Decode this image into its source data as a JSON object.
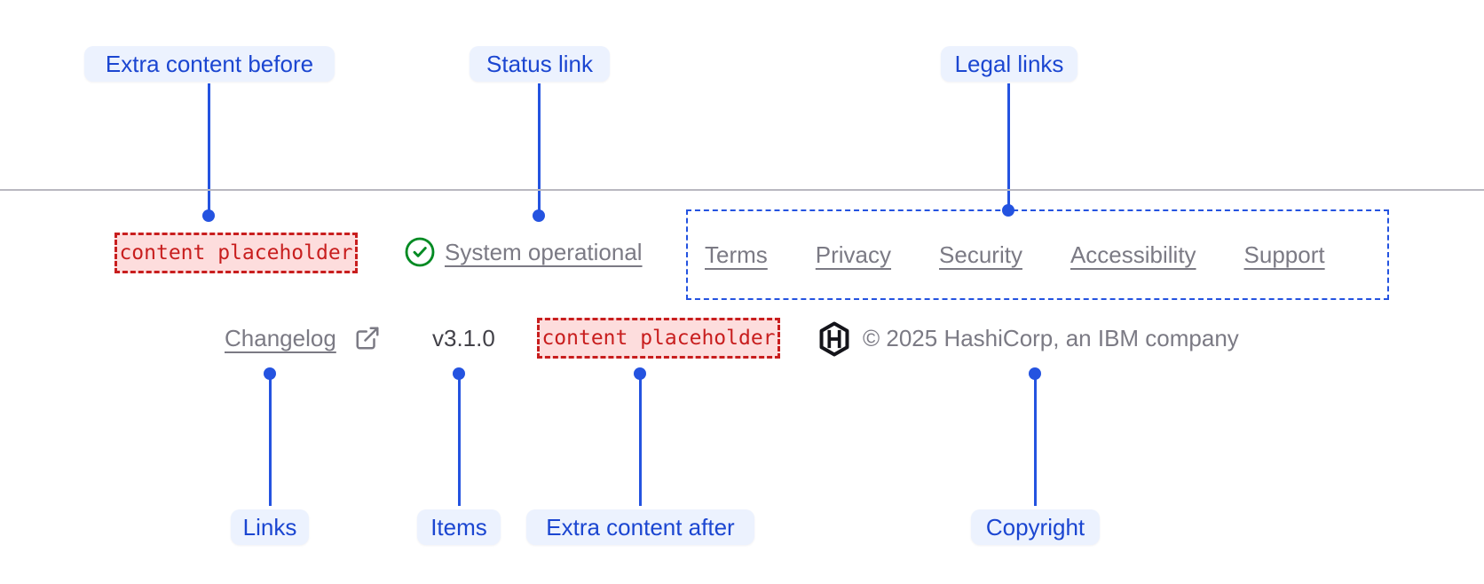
{
  "theme": {
    "accent_blue": "#2453e0",
    "label_bg": "#ecf2fe",
    "label_text": "#1b46d1",
    "placeholder_red": "#c81e1e",
    "placeholder_bg": "#fddddd",
    "link_gray": "#7b7a84",
    "text_dark": "#424148",
    "success_green": "#008a22",
    "divider": "#b9b8c0",
    "logo_black": "#14141a"
  },
  "annotations": {
    "top": [
      {
        "label": "Extra content before"
      },
      {
        "label": "Status link"
      },
      {
        "label": "Legal links"
      }
    ],
    "bottom": [
      {
        "label": "Links"
      },
      {
        "label": "Items"
      },
      {
        "label": "Extra content after"
      },
      {
        "label": "Copyright"
      }
    ]
  },
  "footer": {
    "extra_content_before": "content placeholder",
    "status": {
      "label": "System operational",
      "icon": "check-circle-icon"
    },
    "legal_links": [
      "Terms",
      "Privacy",
      "Security",
      "Accessibility",
      "Support"
    ],
    "links": [
      {
        "label": "Changelog",
        "icon": "external-link-icon"
      }
    ],
    "items": [
      "v3.1.0"
    ],
    "extra_content_after": "content placeholder",
    "copyright": "© 2025 HashiCorp, an IBM company",
    "logo": "hashicorp-logo"
  }
}
